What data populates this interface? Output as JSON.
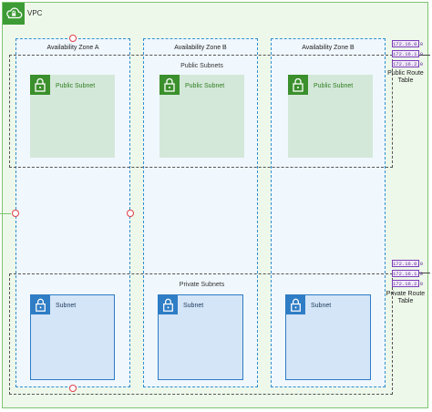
{
  "vpc": {
    "label": "VPC",
    "icon": "cloud-lock-icon"
  },
  "availability_zones": [
    {
      "label": "Availability Zone A"
    },
    {
      "label": "Availability Zone B"
    },
    {
      "label": "Availability Zone B"
    }
  ],
  "public_group_label": "Public Subnets",
  "private_group_label": "Private Subnets",
  "public_subnets": [
    {
      "label": "Public Subnet"
    },
    {
      "label": "Public Subnet"
    },
    {
      "label": "Public Subnet"
    }
  ],
  "private_subnets": [
    {
      "label": "Subnet"
    },
    {
      "label": "Subnet"
    },
    {
      "label": "Subnet"
    }
  ],
  "public_route_table": {
    "label": "Public Route Table",
    "cidrs": [
      "172.16.0.0",
      "172.16.1.0",
      "172.16.2.0"
    ]
  },
  "private_route_table": {
    "label": "Private Route Table",
    "cidrs": [
      "172.16.0.0",
      "172.16.1.0",
      "172.16.2.0"
    ]
  },
  "colors": {
    "vpc_border": "#7bc66f",
    "az_border": "#2e8fd0",
    "public_icon": "#3b8f2c",
    "private_icon": "#2f7dc5",
    "route_table": "#7a3fb7",
    "handle": "#e0404a"
  }
}
